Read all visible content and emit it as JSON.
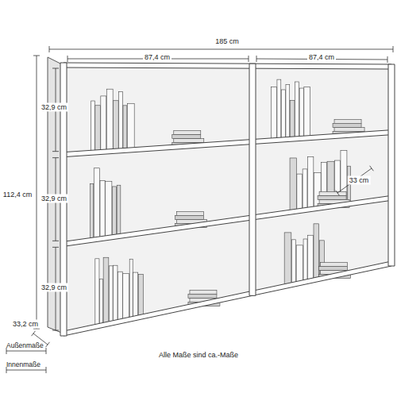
{
  "diagram": {
    "labels": [
      "185 cm",
      "87,4 cm",
      "87,4 cm",
      "32,9 cm",
      "32,9 cm",
      "32,9 cm",
      "112,4 cm",
      "33 cm",
      "33,2 cm",
      "Alle Maße sind ca.-Maße"
    ],
    "legend": [
      {
        "text": "Außenmaße"
      },
      {
        "text": "Innenmaße"
      }
    ]
  }
}
